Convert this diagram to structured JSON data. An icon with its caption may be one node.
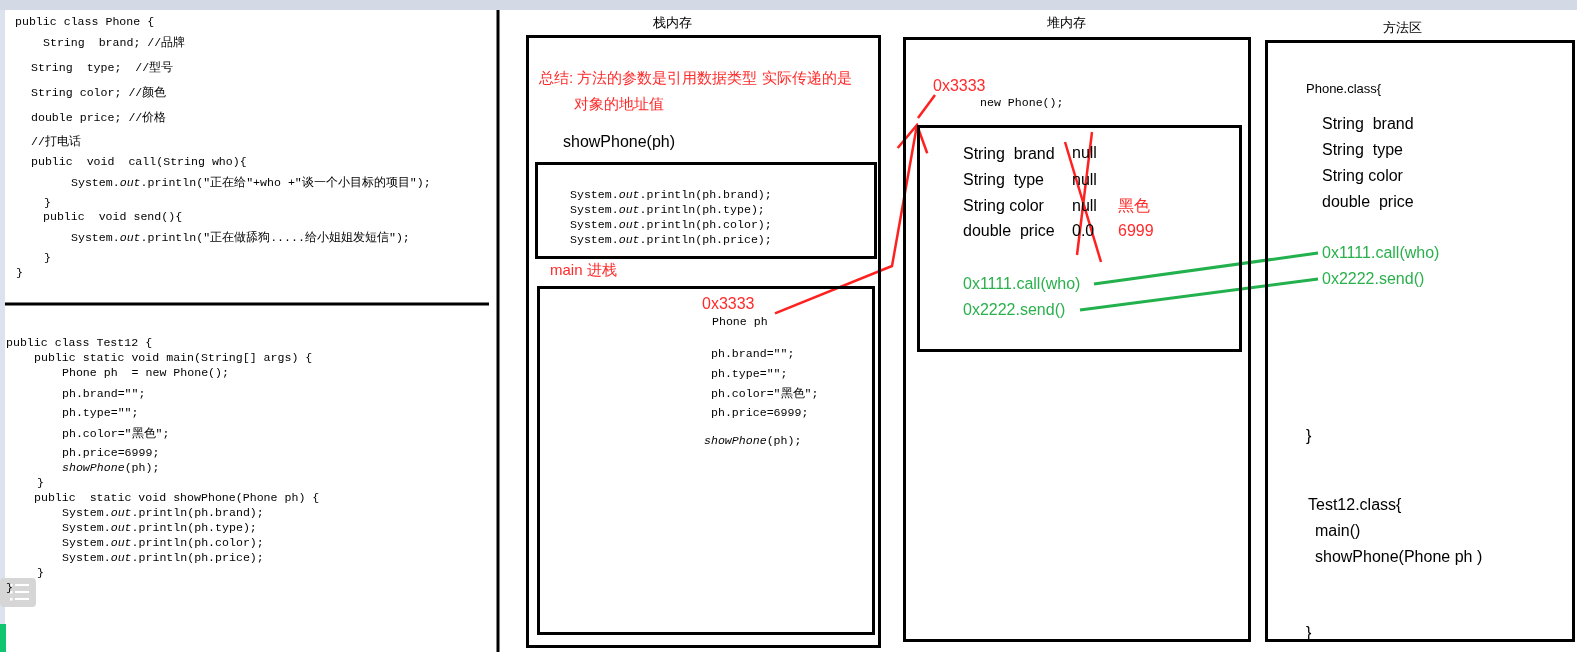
{
  "diagram": {
    "nodes": [
      {
        "text": [
          "栈内存",
          "总结: 方法的参数是引用数据类型 实际传递的是对象的地址值"
        ]
      },
      {
        "text": [
          "showPhone(ph)",
          "System.*out*.println(ph.brand);",
          "System.*out*.println(ph.type);",
          "System.*out*.println(ph.color);",
          "System.*out*.println(ph.price);"
        ],
        "in": 0
      },
      {
        "text": [
          "main 进栈",
          "ph.brand=\"\";",
          "ph.type=\"\";",
          "ph.color=\"黑色\";",
          "ph.price=6999;",
          "*showPhone*(ph);"
        ],
        "in": 0
      },
      {
        "text": [
          "0x3333",
          "Phone ph"
        ],
        "in": 2
      },
      {
        "text": [
          "堆内存"
        ]
      },
      {
        "text": [
          "0x3333",
          "new Phone();",
          "String  brand",
          "null",
          "String  type",
          "null",
          "String color",
          "null",
          "double  price",
          "0.0",
          "黑色",
          "6999"
        ],
        "in": 4
      },
      {
        "text": [
          "0x1111.call(who)"
        ],
        "in": 5
      },
      {
        "text": [
          "0x2222.send()"
        ],
        "in": 5
      },
      {
        "text": [
          "方法区",
          "Phone.class{",
          "String  brand",
          "String  type",
          "String color",
          "double  price",
          "}",
          "Test12.class{",
          "main()",
          "showPhone(Phone ph )",
          "}"
        ]
      },
      {
        "text": [
          "0x1111.call(who)"
        ],
        "in": 8
      },
      {
        "text": [
          "0x2222.send()"
        ],
        "in": 8
      }
    ],
    "edges": [
      {
        "from": 3,
        "to": 5,
        "arrow": "to",
        "color": "#ff2020"
      },
      {
        "from": 6,
        "to": 9,
        "arrow": "none",
        "color": "#22b14c"
      },
      {
        "from": 7,
        "to": 10,
        "arrow": "none",
        "color": "#22b14c"
      }
    ],
    "labels": [
      "public class Phone {",
      "String  brand; //品牌",
      "String  type;  //型号",
      "String color; //颜色",
      "double price; //价格",
      "//打电话",
      "public  void  call(String who){",
      "System.*out*.println(\"正在给\"+who +\"谈一个小目标的项目\");",
      "}",
      "public  void send(){",
      "System.*out*.println(\"正在做舔狗.....给小姐姐发短信\");",
      "}",
      "}",
      "public class Test12 {",
      "public static void main(String[] args) {",
      "Phone ph  = new Phone();",
      "ph.brand=\"\";",
      "ph.type=\"\";",
      "ph.color=\"黑色\";",
      "ph.price=6999;",
      "*showPhone*(ph);",
      "}",
      "public  static void showPhone(Phone ph) {",
      "System.*out*.println(ph.brand);",
      "System.*out*.println(ph.type);",
      "System.*out*.println(ph.color);",
      "System.*out*.println(ph.price);",
      "}",
      "}"
    ]
  }
}
